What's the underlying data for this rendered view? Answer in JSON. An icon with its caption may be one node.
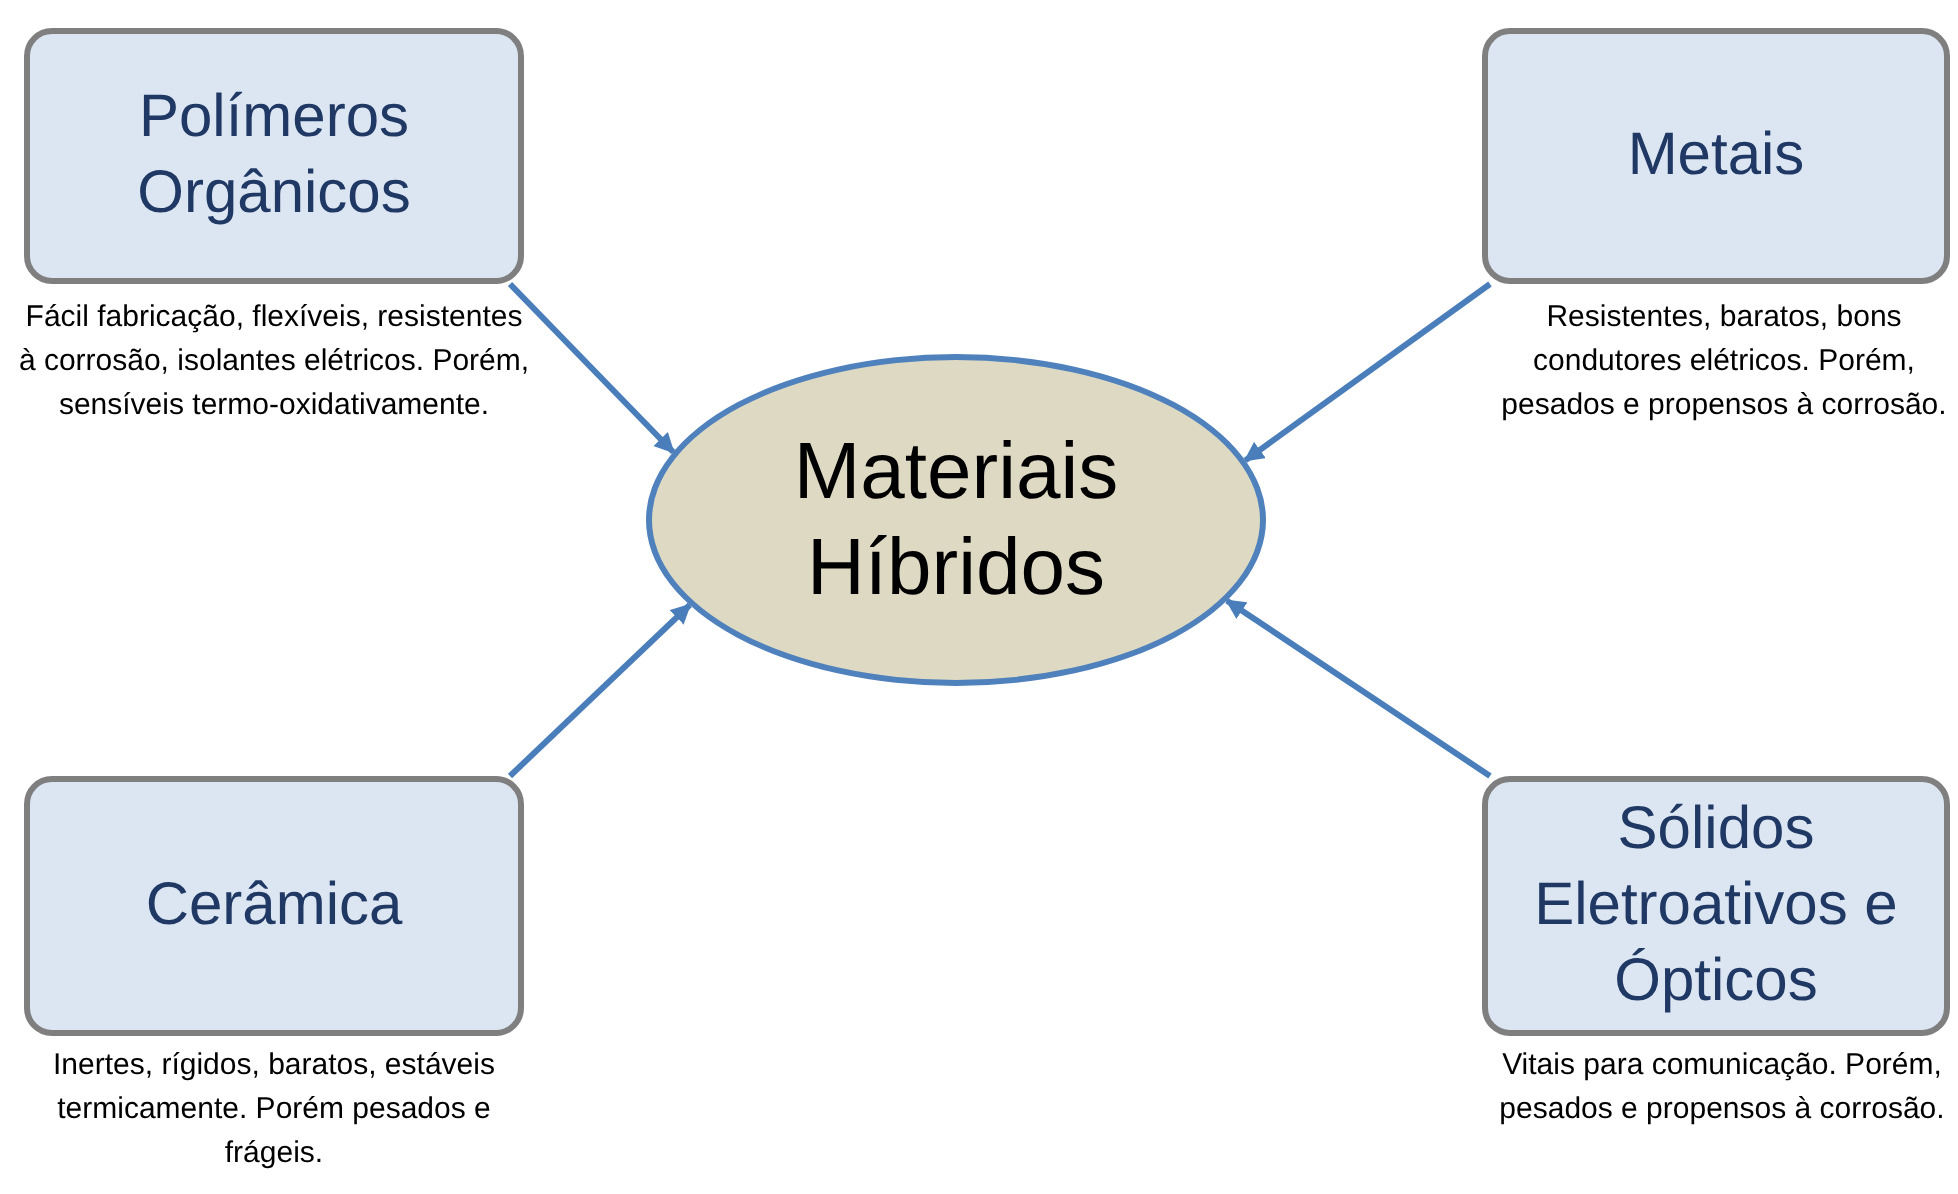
{
  "diagram": {
    "nodes": [
      {
        "text": [
          "Polímeros Orgânicos"
        ],
        "beside": [
          "Fácil fabricação, flexíveis, resistentes à corrosão, isolantes elétricos. Porém, sensíveis termo-oxidativamente."
        ]
      },
      {
        "text": [
          "Metais"
        ],
        "beside": [
          "Resistentes, baratos, bons condutores elétricos. Porém, pesados e propensos à corrosão."
        ]
      },
      {
        "text": [
          "Materiais Híbridos"
        ]
      },
      {
        "text": [
          "Cerâmica"
        ],
        "beside": [
          "Inertes, rígidos, baratos, estáveis termicamente. Porém pesados e frágeis."
        ]
      },
      {
        "text": [
          "Sólidos Eletroativos e Ópticos"
        ],
        "beside": [
          "Vitais para comunicação. Porém, pesados e propensos à corrosão."
        ]
      }
    ],
    "edges": [
      {
        "from": 0,
        "to": 2,
        "arrow": "to"
      },
      {
        "from": 1,
        "to": 2,
        "arrow": "to"
      },
      {
        "from": 3,
        "to": 2,
        "arrow": "to"
      },
      {
        "from": 4,
        "to": 2,
        "arrow": "to"
      }
    ]
  }
}
